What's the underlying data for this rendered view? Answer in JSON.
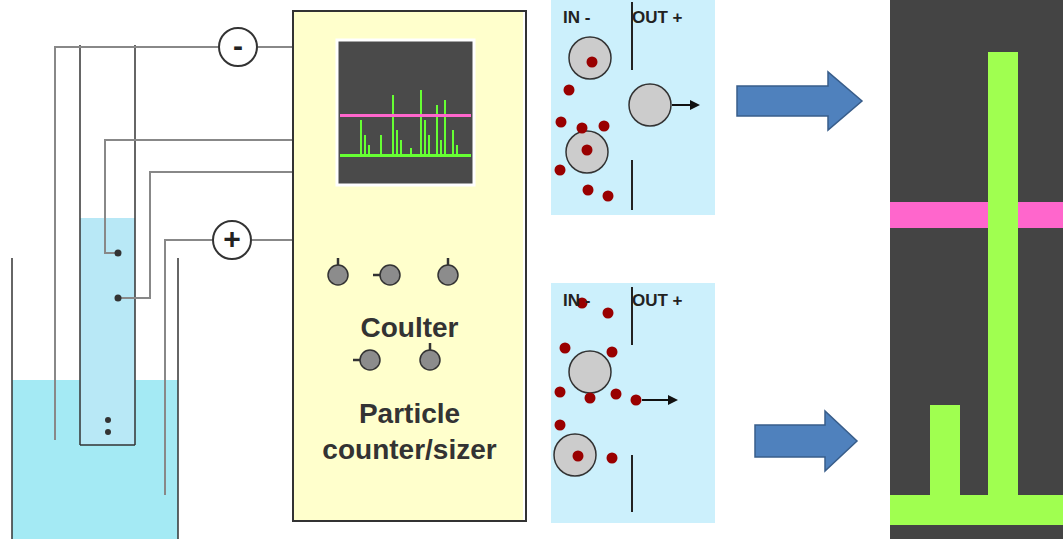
{
  "diagram": {
    "nodes": [
      {
        "text": [
          "-"
        ]
      },
      {
        "text": [
          "+"
        ]
      },
      {
        "text": [
          "Coulter",
          "Particle counter/sizer"
        ]
      },
      {
        "text": [
          "IN -",
          "OUT +"
        ]
      },
      {
        "text": [
          "IN -",
          "OUT +"
        ]
      }
    ],
    "edges": [
      {
        "from": 0,
        "to": 2,
        "arrow": "none"
      },
      {
        "from": 1,
        "to": 2,
        "arrow": "none"
      }
    ]
  }
}
